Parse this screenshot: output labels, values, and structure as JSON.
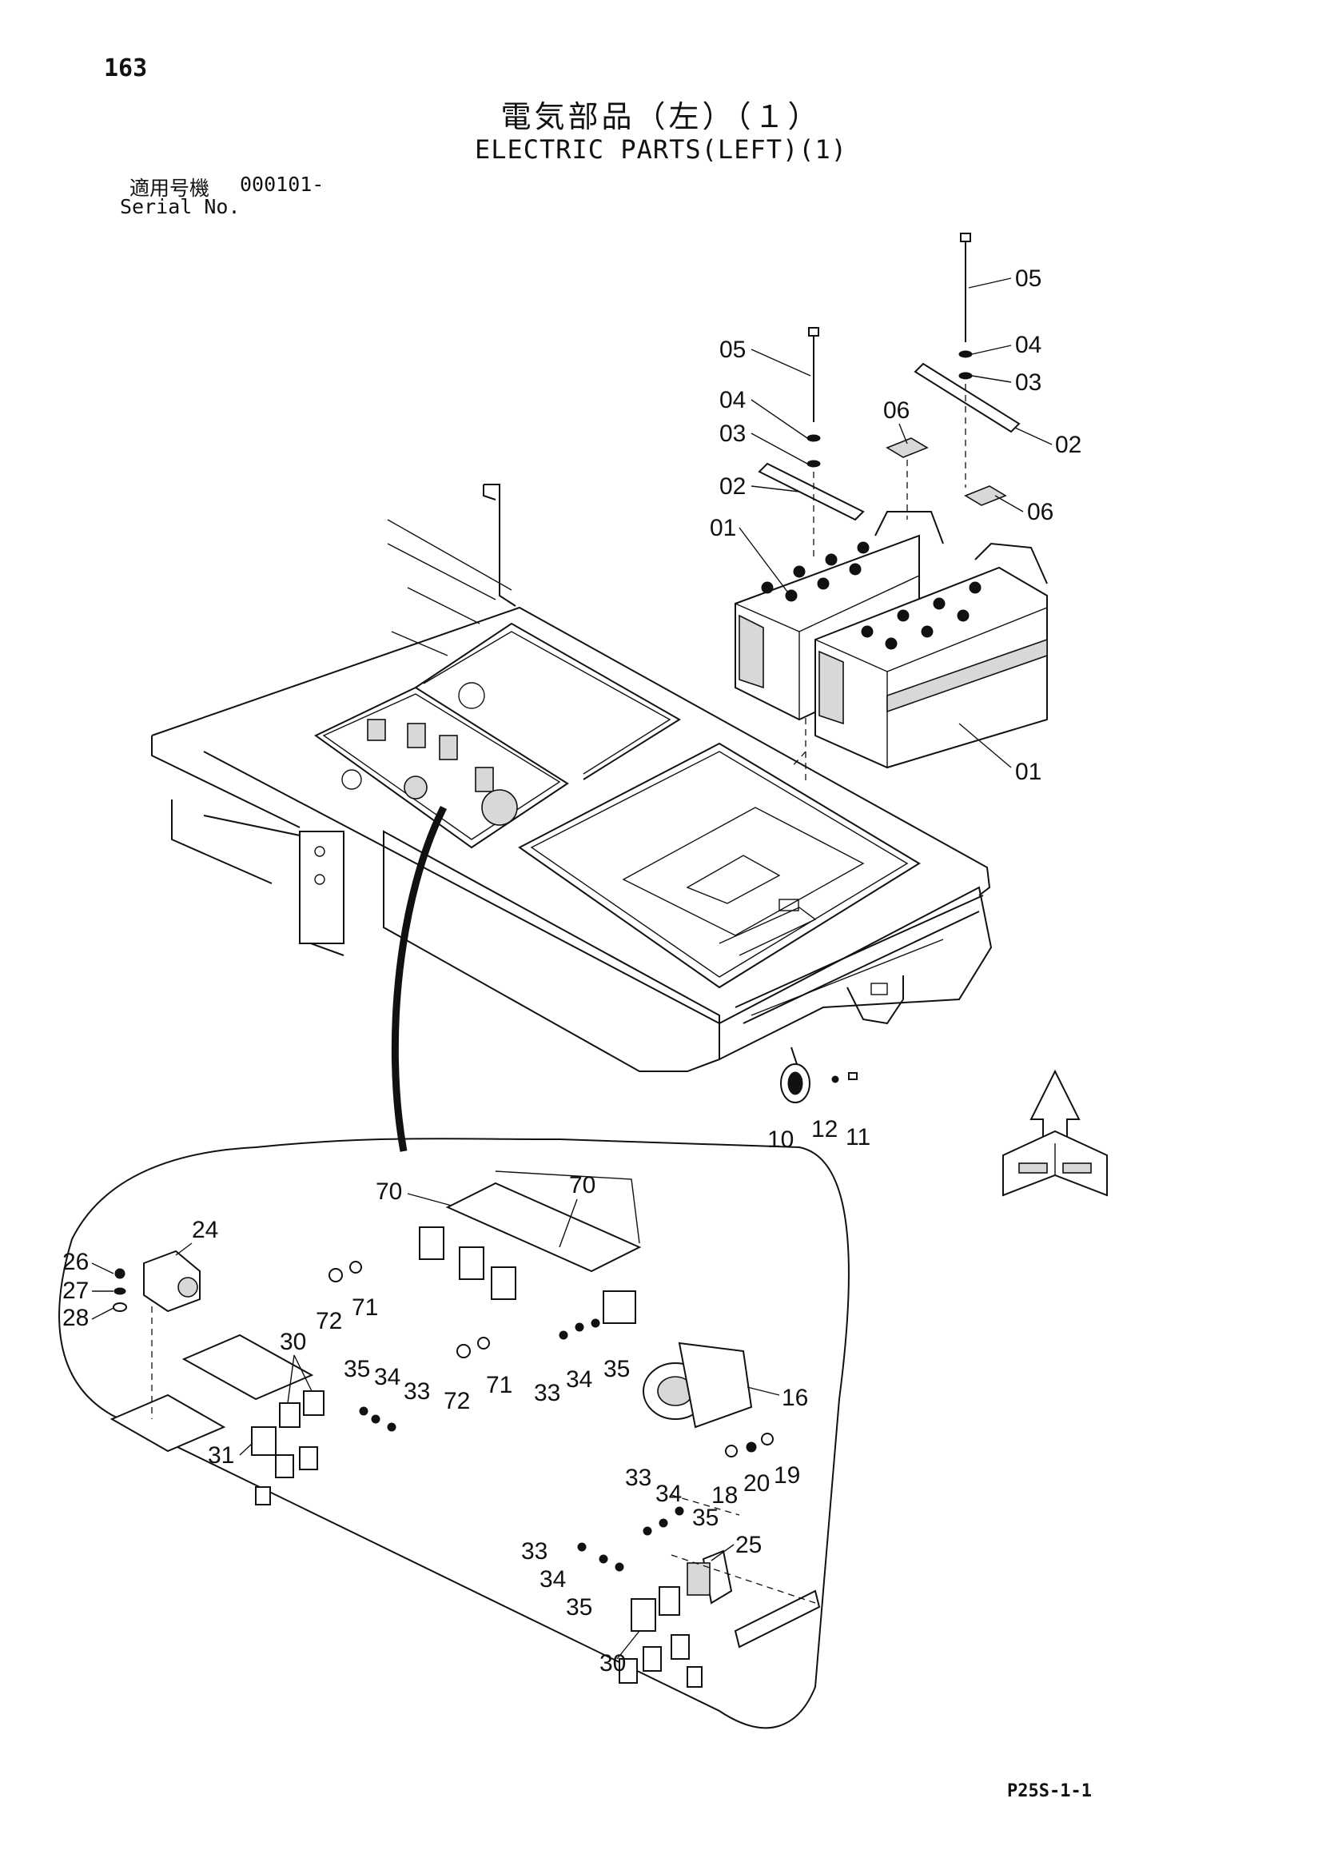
{
  "page_number": "163",
  "title_jp": "電気部品（左）（１）",
  "title_en": "ELECTRIC PARTS(LEFT)(1)",
  "serial_label_jp": "適用号機",
  "serial_value": "000101-",
  "serial_label_en": "Serial No.",
  "page_code": "P25S-1-1",
  "callouts": [
    "05",
    "04",
    "03",
    "02",
    "06",
    "01",
    "05",
    "04",
    "03",
    "02",
    "06",
    "01",
    "10",
    "12",
    "11",
    "70",
    "70",
    "24",
    "26",
    "27",
    "28",
    "30",
    "72",
    "71",
    "72",
    "71",
    "35",
    "34",
    "33",
    "33",
    "34",
    "35",
    "16",
    "31",
    "18",
    "20",
    "19",
    "33",
    "34",
    "35",
    "33",
    "34",
    "35",
    "25",
    "30"
  ]
}
